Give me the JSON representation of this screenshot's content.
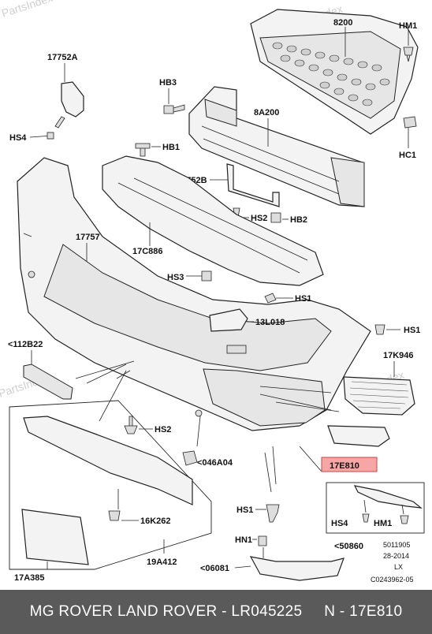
{
  "watermarks": [
    "PartsIndex",
    "PartsIndex",
    "PartsIndex"
  ],
  "labels": {
    "l8200": "8200",
    "lHM1a": "HM1",
    "l17752A": "17752A",
    "lHB3": "HB3",
    "l8A200": "8A200",
    "lHS4a": "HS4",
    "lHB1": "HB1",
    "lHC1": "HC1",
    "l17752B": "17752B",
    "lHS2a": "HS2",
    "lHB2": "HB2",
    "l17757": "17757",
    "l17C886": "17C886",
    "lHS3": "HS3",
    "lHS1a": "HS1",
    "l13L018": "13L018",
    "lHS1b": "HS1",
    "l112B22": "<112B22",
    "l17K946": "17K946",
    "lHS2b": "HS2",
    "l046A04": "<046A04",
    "l17E810": "17E810",
    "l16K262": "16K262",
    "l19A412": "19A412",
    "lHS1c": "HS1",
    "lHN1": "HN1",
    "lHS4b": "HS4",
    "lHM1b": "HM1",
    "l50860": "<50860",
    "l06081": "<06081",
    "l17A385": "17A385"
  },
  "ref_block": {
    "line1": "5011905",
    "line2": "28-2014",
    "line3": "LX",
    "line4": "C0243962-05"
  },
  "footer": {
    "text": "MG ROVER LAND ROVER - LR045225     N - 17E810"
  },
  "colors": {
    "highlight": "#f7a6a6",
    "footer_bg": "#5a5a5a"
  }
}
